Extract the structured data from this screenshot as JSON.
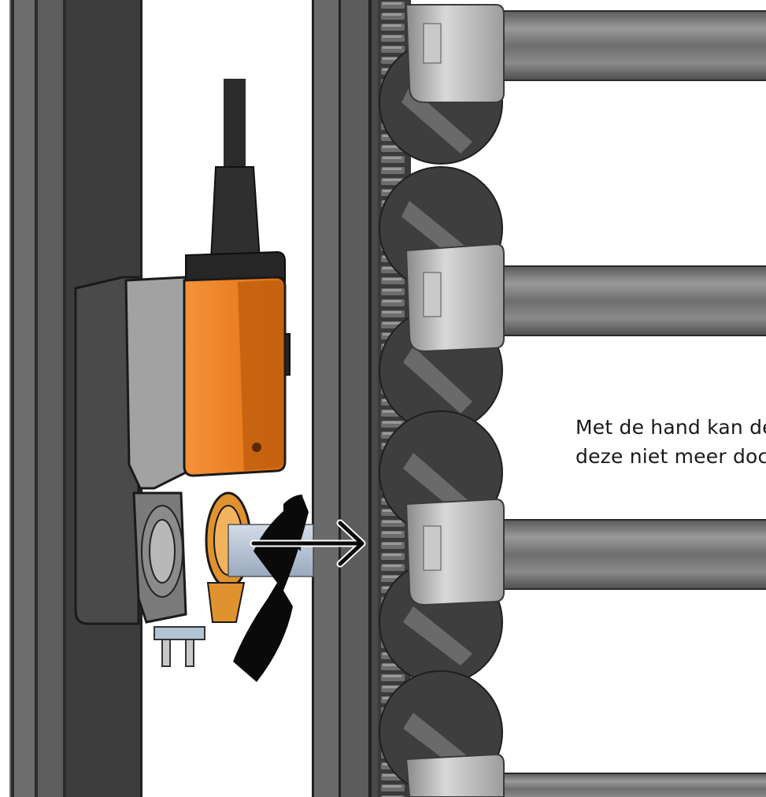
{
  "caption": {
    "line1": "Met de hand kan de",
    "line2": "deze niet meer doc"
  },
  "colors": {
    "frame_dark": "#3d3d3d",
    "frame_mid": "#6c6c6c",
    "actuator_orange": "#f07d1e",
    "actuator_orange_dark": "#b8540f",
    "actuator_grey": "#8f8f8f",
    "shaft_blue": "#b9c6d6",
    "blade_grey": "#777777",
    "gear_dark": "#4a4a4a"
  },
  "icons": {
    "push_arrow": "right-arrow",
    "rotate_arrow": "rotation-arrow"
  }
}
